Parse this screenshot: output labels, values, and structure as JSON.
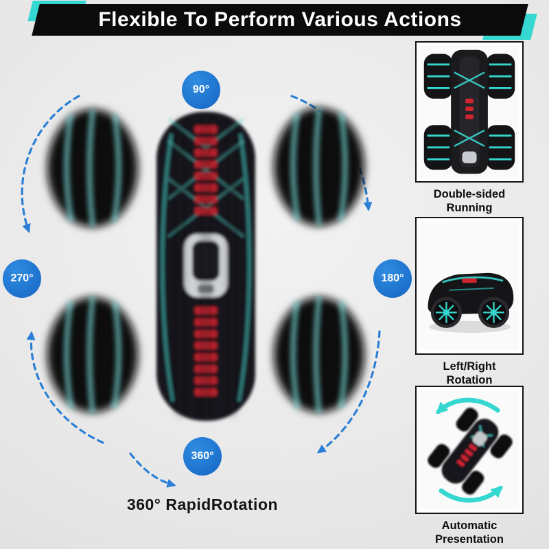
{
  "banner": {
    "title": "Flexible To Perform Various Actions"
  },
  "badges": {
    "top": "90°",
    "left": "270°",
    "right": "180°",
    "bottom": "360°"
  },
  "main": {
    "caption": "360° RapidRotation"
  },
  "sidebar": {
    "items": [
      {
        "caption": "Double-sided Running"
      },
      {
        "caption": "Left/Right Rotation"
      },
      {
        "caption": "Automatic Presentation"
      }
    ]
  },
  "theme": {
    "accent_teal": "#35D8D0",
    "badge_blue": "#1C78D4",
    "arrow_blue": "#2B7FD6",
    "banner_bg": "#0B0B0C",
    "stripe_red": "#CF2430",
    "text_dark": "#111111"
  },
  "icons": {
    "rotation_arcs": "dashed-arc-arrow-icon",
    "presentation_arrows": "curved-teal-arrow-icon"
  }
}
